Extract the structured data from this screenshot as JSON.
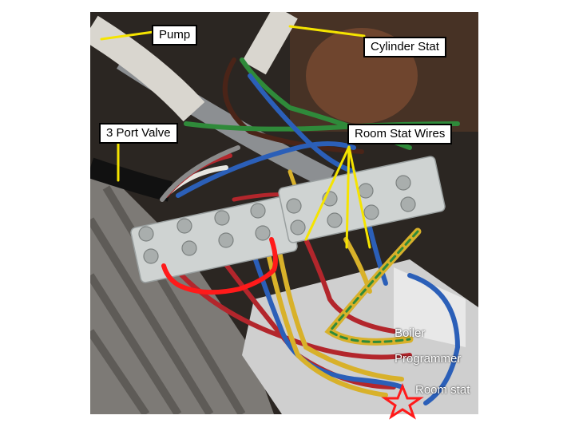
{
  "labels": {
    "pump": "Pump",
    "cylinder_stat": "Cylinder Stat",
    "three_port_valve": "3 Port Valve",
    "room_stat_wires": "Room Stat Wires",
    "boiler": "Boiler",
    "programmer": "Programmer",
    "room_stat": "Room stat"
  },
  "colors": {
    "callout_line": "#f5e400",
    "red_marking": "#ff1a1a",
    "wire_brown": "#4a2418",
    "wire_blue": "#2b5fb8",
    "wire_red": "#b3262c",
    "wire_yellow": "#d8b12a",
    "wire_green": "#2f8a3a",
    "wire_grey": "#8a8a8a",
    "wire_white": "#e8e6e0"
  }
}
